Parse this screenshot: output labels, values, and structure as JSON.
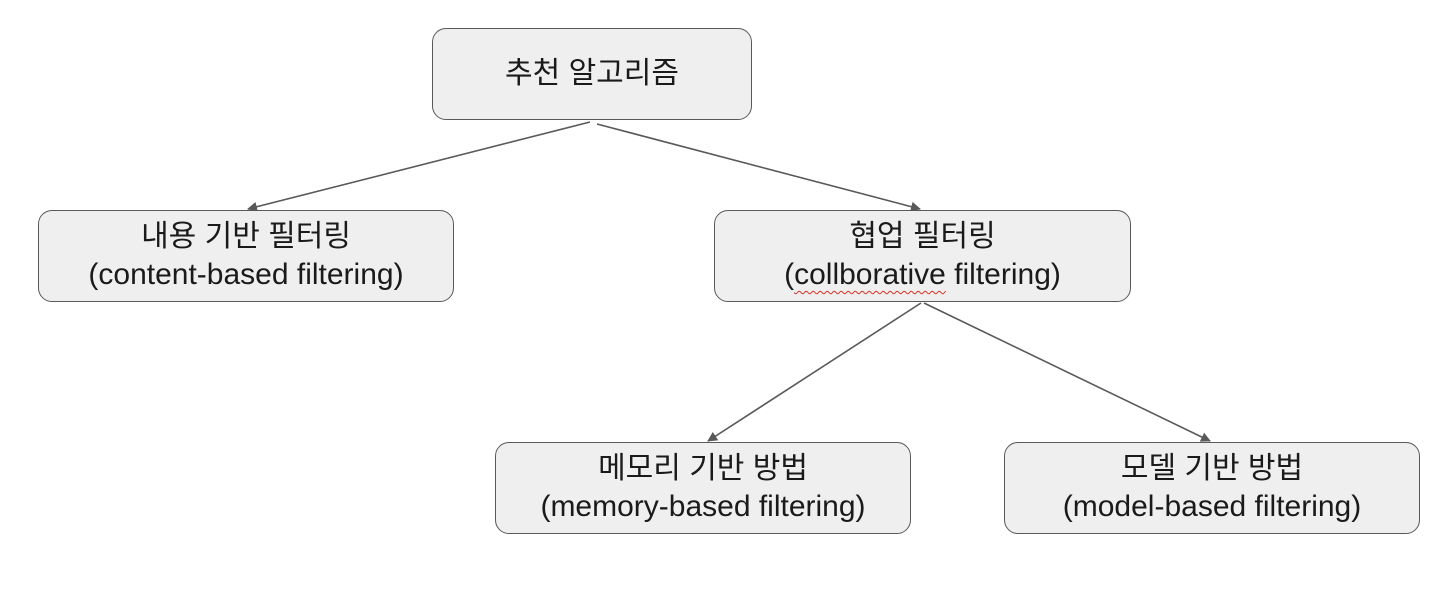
{
  "diagram": {
    "root": {
      "title": "추천 알고리즘"
    },
    "content_based": {
      "title": "내용 기반 필터링",
      "subtitle": "(content-based filtering)"
    },
    "collaborative": {
      "title": "협업 필터링",
      "subtitle_open": "(",
      "subtitle_misspelled": "collborative",
      "subtitle_rest": " filtering)"
    },
    "memory_based": {
      "title": "메모리 기반 방법",
      "subtitle": "(memory-based filtering)"
    },
    "model_based": {
      "title": "모델 기반 방법",
      "subtitle": "(model-based filtering)"
    },
    "edges": [
      {
        "from": "추천 알고리즘",
        "to": "내용 기반 필터링"
      },
      {
        "from": "추천 알고리즘",
        "to": "협업 필터링"
      },
      {
        "from": "협업 필터링",
        "to": "메모리 기반 방법"
      },
      {
        "from": "협업 필터링",
        "to": "모델 기반 방법"
      }
    ],
    "colors": {
      "node_fill": "#efefef",
      "node_border": "#595959",
      "edge": "#595959",
      "spellcheck_underline": "#d93025"
    }
  }
}
